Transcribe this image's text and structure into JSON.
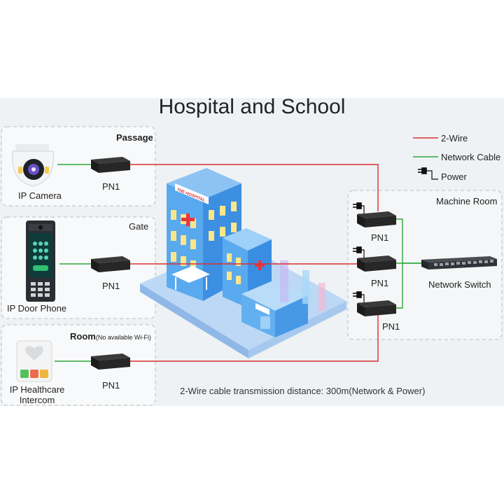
{
  "title": "Hospital and School",
  "legend": {
    "two_wire": "2-Wire",
    "network_cable": "Network Cable",
    "power": "Power",
    "two_wire_color": "#d9302e",
    "network_cable_color": "#2fa83a"
  },
  "zones": {
    "passage": "Passage",
    "gate": "Gate",
    "room": "Room",
    "room_note": "(No available Wi-Fi)",
    "machine_room": "Machine Room"
  },
  "devices": {
    "ip_camera": "IP Camera",
    "ip_door_phone": "IP Door Phone",
    "ip_healthcare_line1": "IP Healthcare",
    "ip_healthcare_line2": "Intercom",
    "network_switch": "Network Switch",
    "pn1": "PN1"
  },
  "building": {
    "hospital_sign": "THE HOSPITAL"
  },
  "footnote": "2-Wire cable transmission distance: 300m(Network & Power)"
}
